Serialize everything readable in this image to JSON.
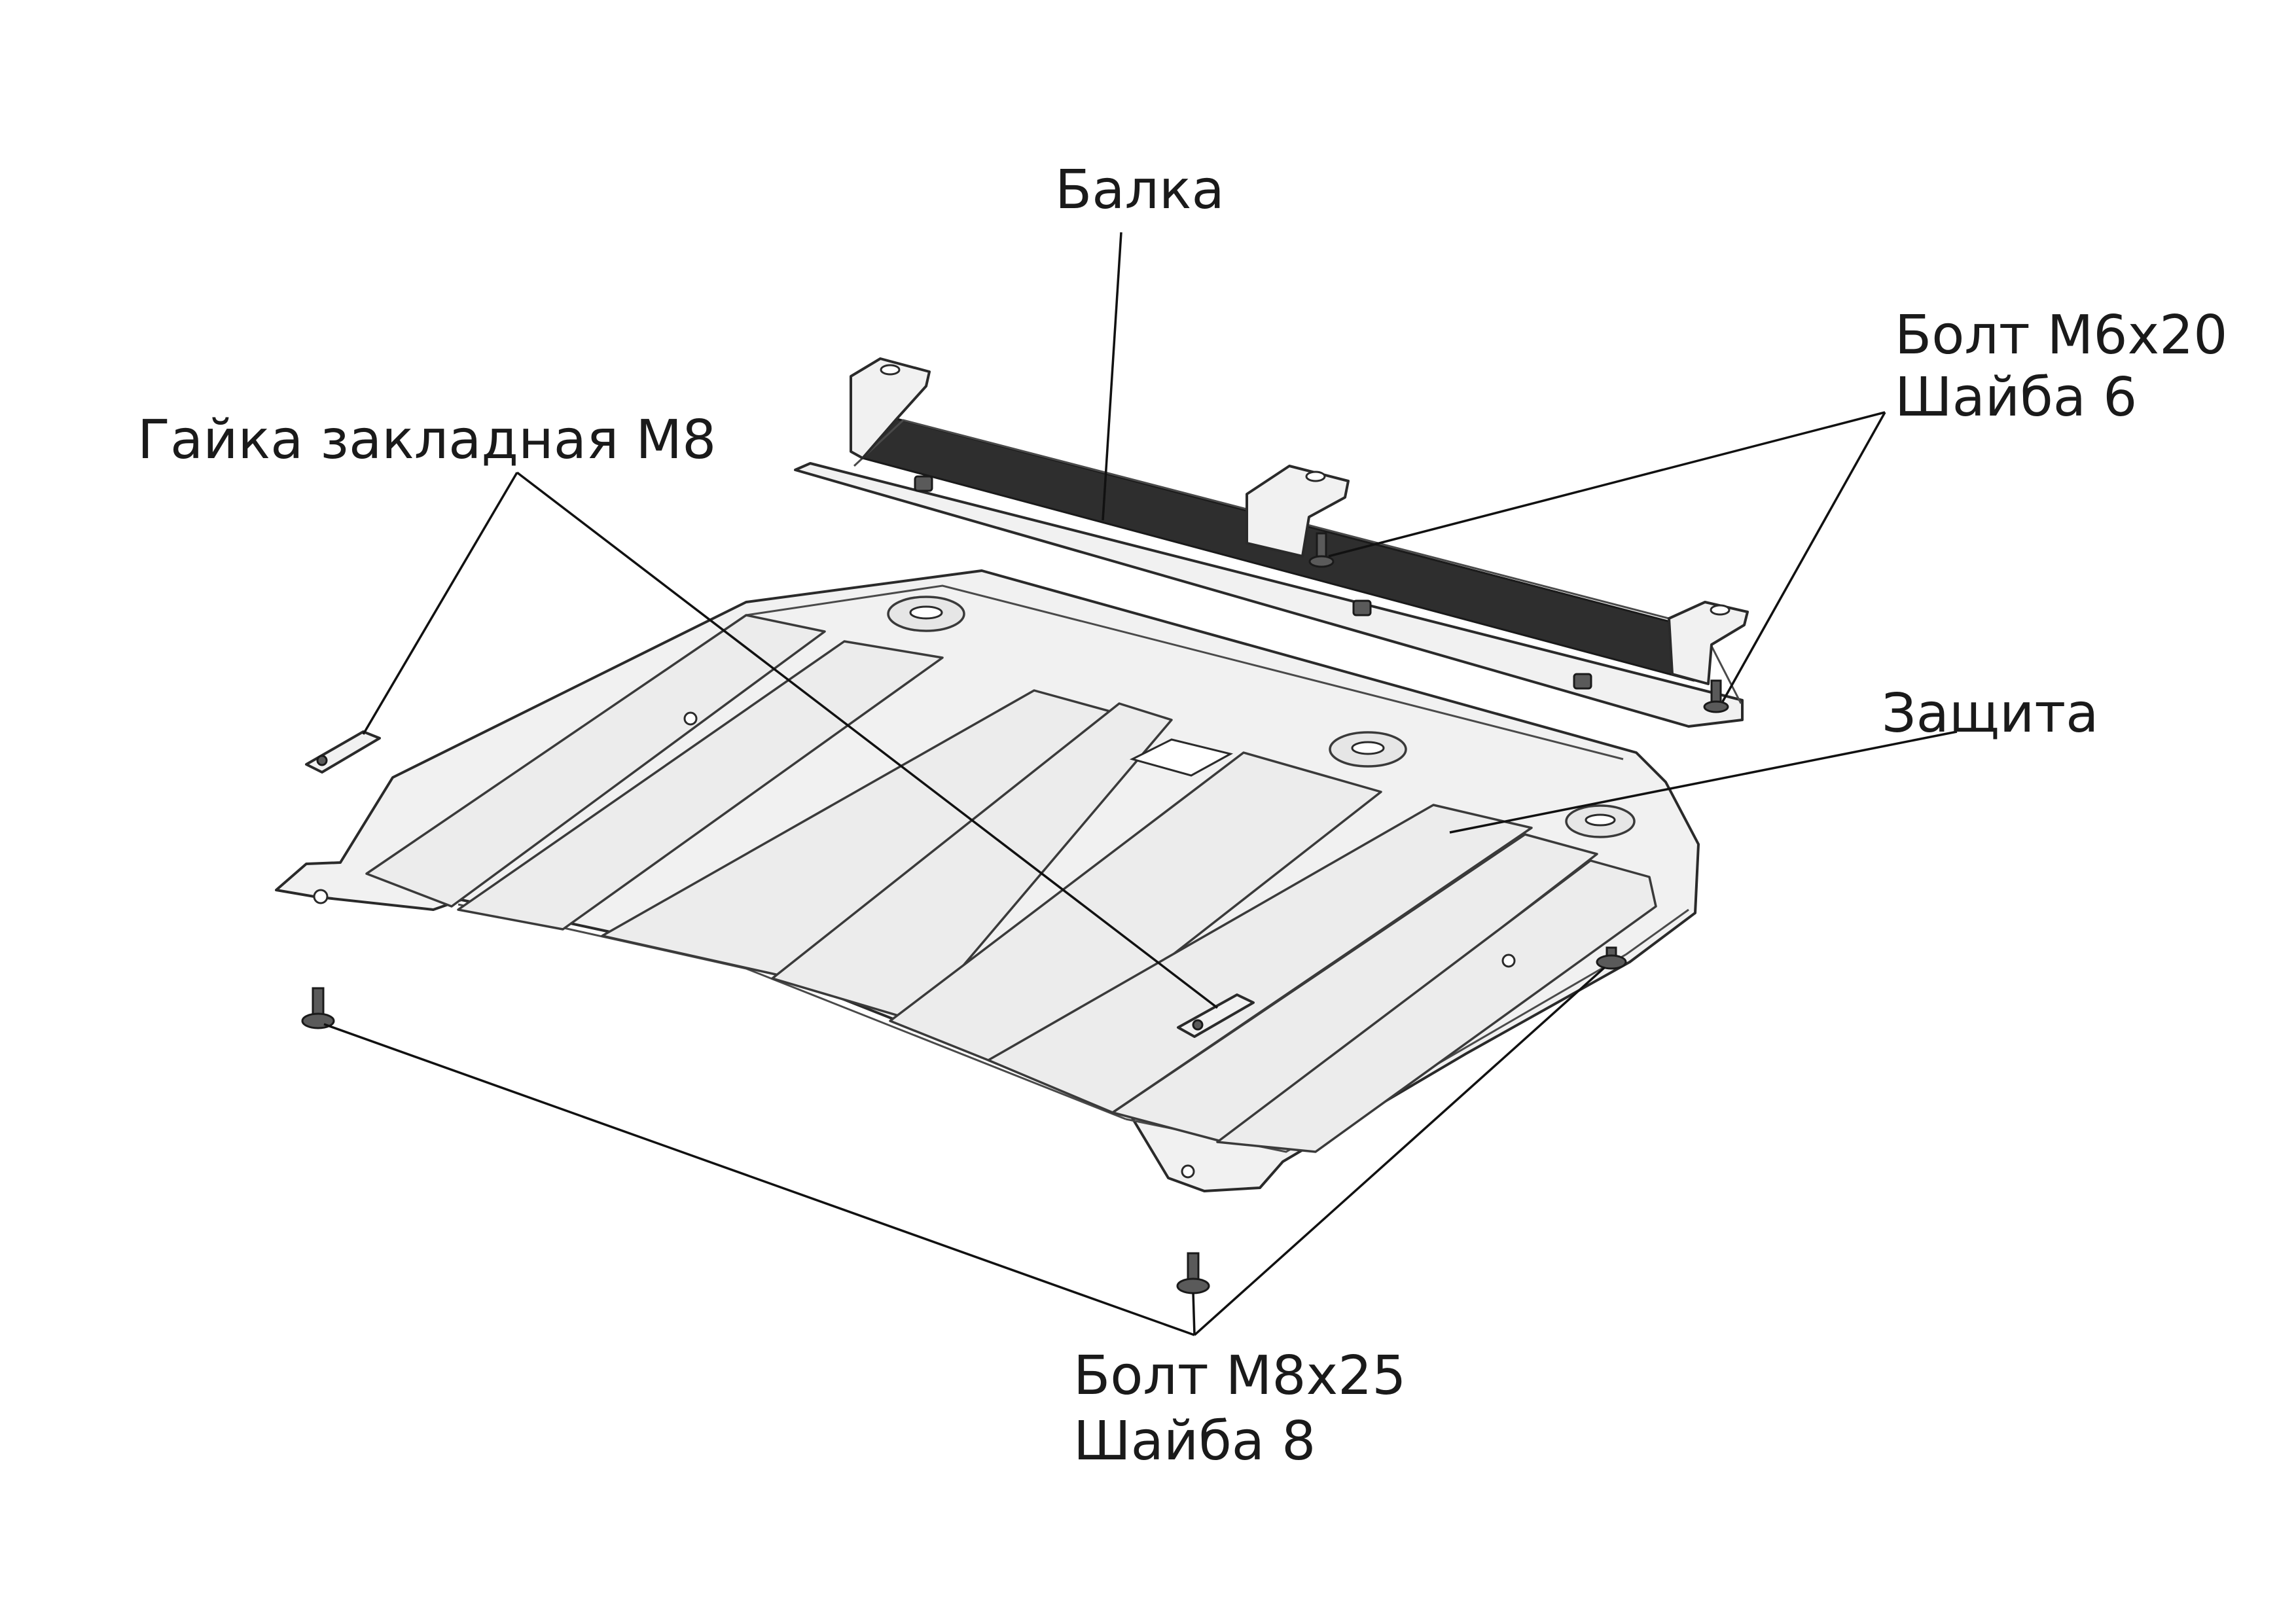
{
  "labels": {
    "beam": "Балка",
    "bolt_m6": "Болт М6х20",
    "washer_6": "Шайба 6",
    "nut_m8": "Гайка закладная М8",
    "guard": "Защита",
    "bolt_m8": "Болт М8х25",
    "washer_8": "Шайба 8"
  },
  "colors": {
    "ink": "#1a1a1a",
    "metal": "#f1f1f1"
  }
}
